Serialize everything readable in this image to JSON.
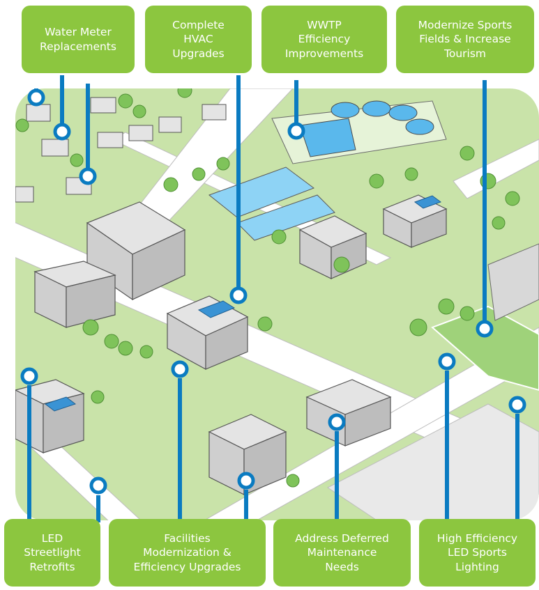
{
  "colors": {
    "callout": "#8cc63f",
    "leader": "#0a7bc1",
    "grass": "#c9e3a9",
    "road": "#ffffff",
    "tree": "#7fc35a",
    "building": "#e4e4e4",
    "water": "#5ab8ec"
  },
  "callouts": {
    "water_meter": [
      "Water Meter",
      "Replacements"
    ],
    "hvac": [
      "Complete",
      "HVAC",
      "Upgrades"
    ],
    "wwtp": [
      "WWTP",
      "Efficiency",
      "Improvements"
    ],
    "sports_fields": [
      "Modernize Sports",
      "Fields & Increase",
      "Tourism"
    ],
    "streetlight": [
      "LED",
      "Streetlight",
      "Retrofits"
    ],
    "facilities": [
      "Facilities",
      "Modernization &",
      "Efficiency Upgrades"
    ],
    "deferred": [
      "Address Deferred",
      "Maintenance",
      "Needs"
    ],
    "sports_lighting": [
      "High Efficiency",
      "LED Sports",
      "Lighting"
    ]
  },
  "icons": {
    "leader_marker": "ring-marker-icon",
    "tree": "tree-icon",
    "house": "house-icon"
  }
}
